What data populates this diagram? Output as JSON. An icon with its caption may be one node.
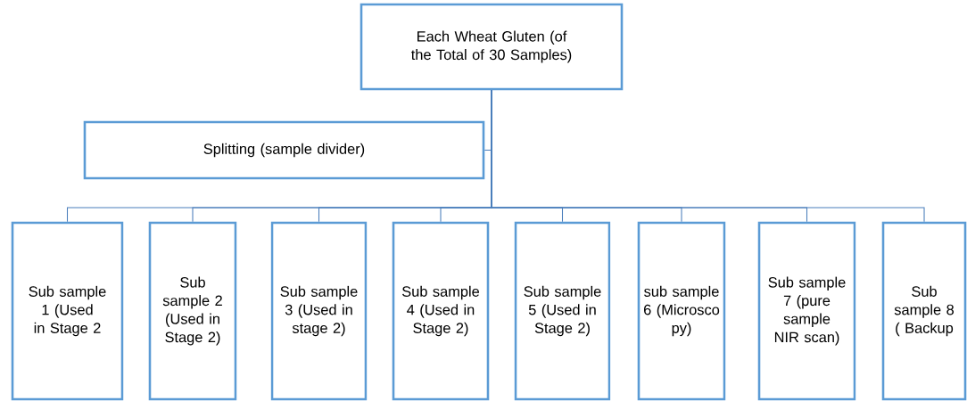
{
  "diagram": {
    "nodes": [
      {
        "text": [
          "Each Wheat Gluten (of the Total of 30 Samples)"
        ]
      },
      {
        "text": [
          "Splitting (sample divider)"
        ]
      },
      {
        "text": [
          "Sub sample 1 (Used in Stage 2"
        ]
      },
      {
        "text": [
          "Sub sample 2 (Used in Stage 2)"
        ]
      },
      {
        "text": [
          "Sub sample 3 (Used in stage 2)"
        ]
      },
      {
        "text": [
          "Sub sample 4 (Used in Stage 2)"
        ]
      },
      {
        "text": [
          "Sub sample 5 (Used in Stage 2)"
        ]
      },
      {
        "text": [
          "sub sample 6 (Microsco py)"
        ]
      },
      {
        "text": [
          "Sub sample 7 (pure sample NIR scan)"
        ]
      },
      {
        "text": [
          "Sub sample 8 ( Backup"
        ]
      }
    ],
    "edges": [
      {
        "from": 1,
        "to": 0,
        "arrow": "none"
      },
      {
        "from": 0,
        "to": 2,
        "arrow": "none"
      },
      {
        "from": 0,
        "to": 3,
        "arrow": "none"
      },
      {
        "from": 0,
        "to": 4,
        "arrow": "none"
      },
      {
        "from": 0,
        "to": 5,
        "arrow": "none"
      },
      {
        "from": 0,
        "to": 6,
        "arrow": "none"
      },
      {
        "from": 0,
        "to": 7,
        "arrow": "none"
      },
      {
        "from": 0,
        "to": 8,
        "arrow": "none"
      },
      {
        "from": 0,
        "to": 9,
        "arrow": "none"
      }
    ]
  }
}
